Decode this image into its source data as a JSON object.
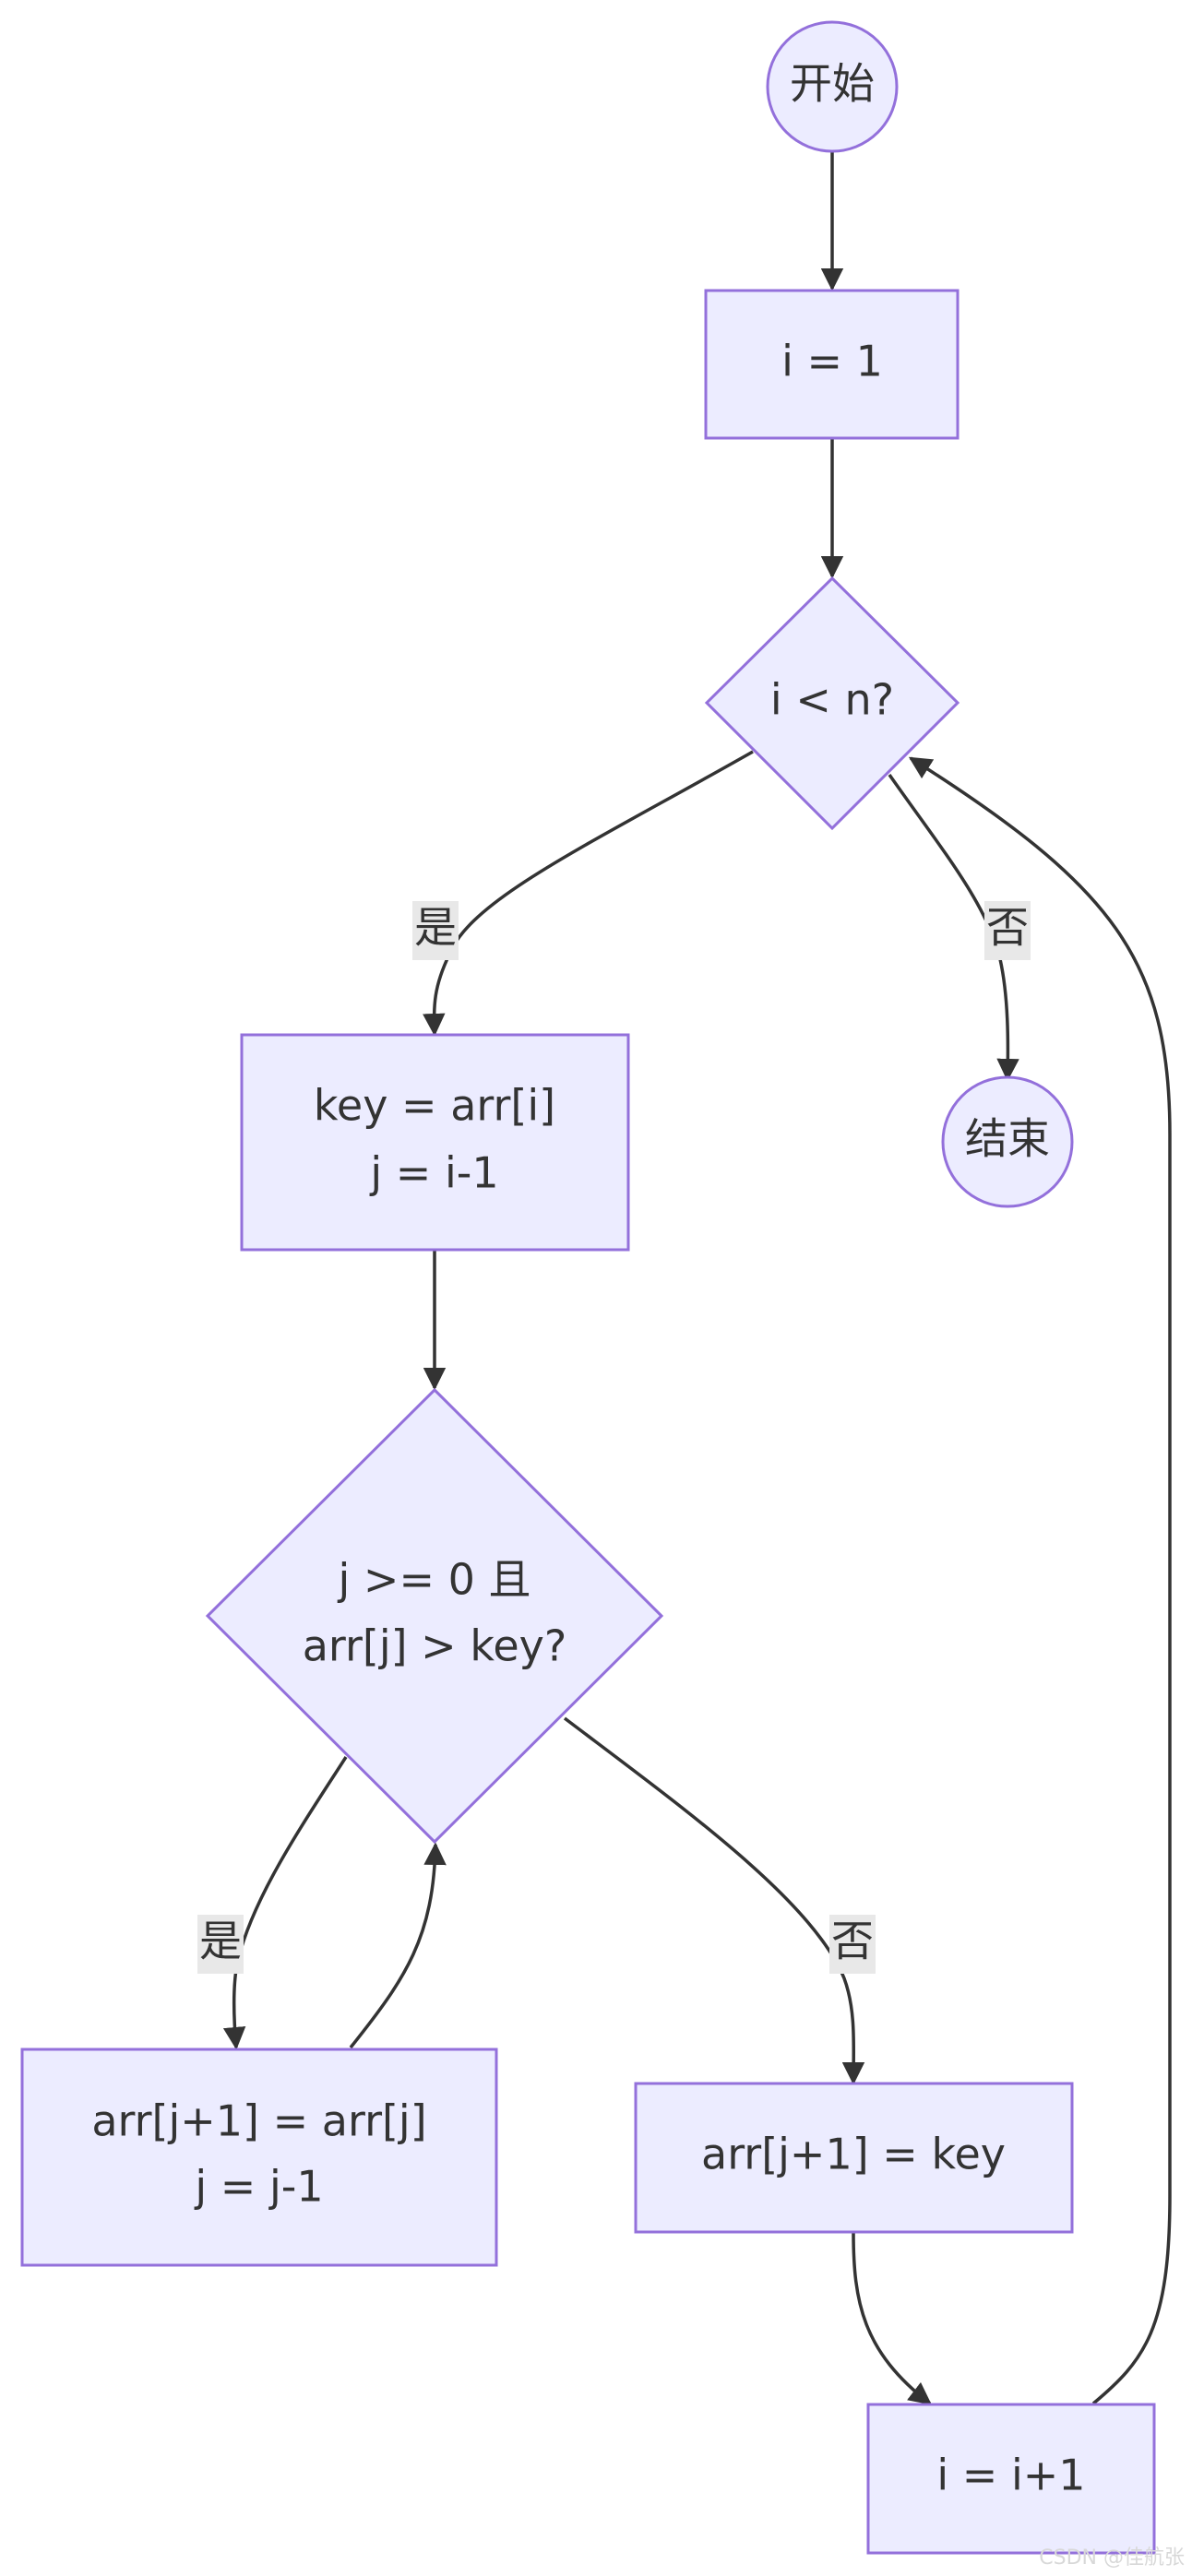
{
  "nodes": {
    "start": "开始",
    "init_i": "i = 1",
    "cond_outer": "i < n?",
    "set_key_line1": "key = arr[i]",
    "set_key_line2": "j = i-1",
    "end": "结束",
    "cond_inner_line1": "j >= 0 且",
    "cond_inner_line2": "arr[j] > key?",
    "shift_line1": "arr[j+1] = arr[j]",
    "shift_line2": "j = j-1",
    "insert_key": "arr[j+1] = key",
    "incr_i": "i = i+1"
  },
  "edge_labels": {
    "outer_yes": "是",
    "outer_no": "否",
    "inner_yes": "是",
    "inner_no": "否"
  },
  "watermark": "CSDN @佳航张",
  "colors": {
    "node_fill": "#ECECFF",
    "node_stroke": "#9370DB",
    "edge": "#333333",
    "label_bg": "#e8e8e8"
  }
}
